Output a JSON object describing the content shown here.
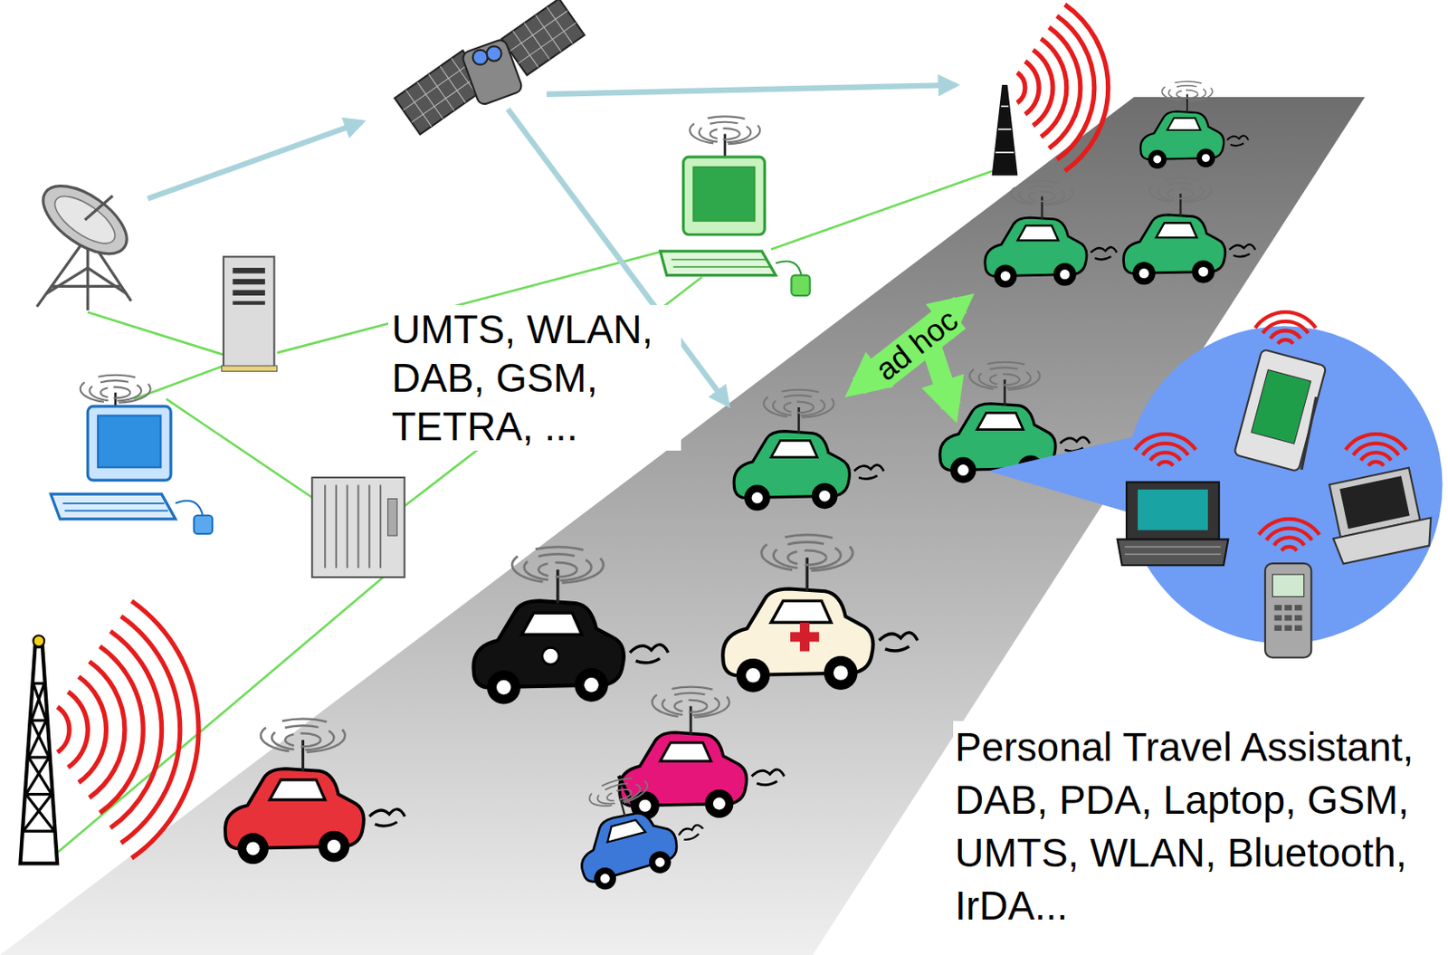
{
  "diagram": {
    "labels": [
      "UMTS, WLAN, DAB, GSM, TETRA, ...",
      "ad hoc",
      "Personal Travel Assistant, DAB, PDA, Laptop, GSM, UMTS, WLAN, Bluetooth, IrDA..."
    ]
  }
}
